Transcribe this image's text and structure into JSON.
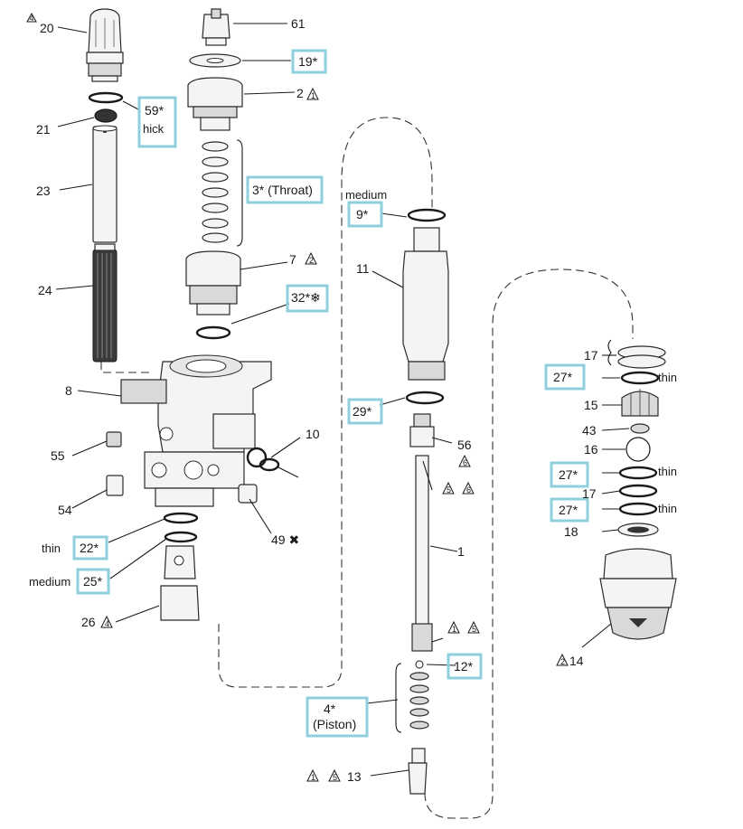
{
  "callouts": {
    "c20": "20",
    "c61": "61",
    "c19": "19*",
    "c2": "2",
    "c59": "59*",
    "c59_sub": "hick",
    "c21": "21",
    "c23": "23",
    "c3": "3* (Throat)",
    "c7": "7",
    "c32": "32*❄",
    "c9_note": "medium",
    "c9": "9*",
    "c11": "11",
    "c24": "24",
    "c17a": "17",
    "c27a": "27*",
    "c27a_note": "thin",
    "c8": "8",
    "c15": "15",
    "c29": "29*",
    "c43": "43",
    "c55": "55",
    "c10": "10",
    "c56": "56",
    "c16": "16",
    "c27b": "27*",
    "c27b_note": "thin",
    "c17b": "17",
    "c27c": "27*",
    "c27c_note": "thin",
    "c54": "54",
    "c18": "18",
    "c22_note": "thin",
    "c22": "22*",
    "c49": "49 ✖",
    "c1": "1",
    "c25_note": "medium",
    "c25": "25*",
    "c26": "26",
    "c14": "14",
    "c12": "12*",
    "c4": "4*",
    "c4_sub": "(Piston)",
    "c13": "13"
  },
  "warnings": {
    "w20": "4",
    "w2": "1",
    "w7": "2",
    "w56": "6",
    "w1a": "5",
    "w1b": "6",
    "w12a": "1",
    "w12b": "5",
    "w26": "4",
    "w14": "2",
    "w13a": "1",
    "w13b": "5"
  }
}
